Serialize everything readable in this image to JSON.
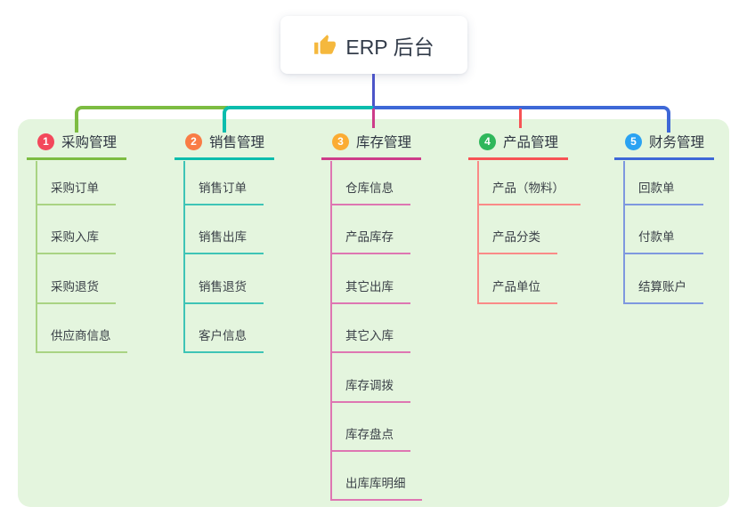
{
  "root_node": {
    "icon": "thumbs-up-icon",
    "label": "ERP 后台"
  },
  "colors": {
    "page_bg": "#ffffff",
    "panel_bg": "#E4F5DE",
    "root_text": "#333C4A",
    "root_connector": "#4C55C8",
    "thumb": "#F5B83D",
    "head_text": "#2F3642",
    "child_text": "#3B4148"
  },
  "branches": [
    {
      "num": "1",
      "label": "采购管理",
      "badge_color": "#F3485B",
      "line_color": "#7DBC42",
      "child_line_color": "#A9D383",
      "children": [
        "采购订单",
        "采购入库",
        "采购退货",
        "供应商信息"
      ]
    },
    {
      "num": "2",
      "label": "销售管理",
      "badge_color": "#F97C45",
      "line_color": "#0BBDAD",
      "child_line_color": "#3EC4B6",
      "children": [
        "销售订单",
        "销售出库",
        "销售退货",
        "客户信息"
      ]
    },
    {
      "num": "3",
      "label": "库存管理",
      "badge_color": "#FBAC33",
      "line_color": "#CD3C8A",
      "child_line_color": "#DE76B2",
      "children": [
        "仓库信息",
        "产品库存",
        "其它出库",
        "其它入库",
        "库存调拨",
        "库存盘点",
        "出库库明细"
      ]
    },
    {
      "num": "4",
      "label": "产品管理",
      "badge_color": "#2FB75B",
      "line_color": "#F75355",
      "child_line_color": "#FA8A87",
      "children": [
        "产品（物料）",
        "产品分类",
        "产品单位"
      ]
    },
    {
      "num": "5",
      "label": "财务管理",
      "badge_color": "#2AA2F2",
      "line_color": "#3E68D7",
      "child_line_color": "#7E98DF",
      "children": [
        "回款单",
        "付款单",
        "结算账户"
      ]
    }
  ]
}
